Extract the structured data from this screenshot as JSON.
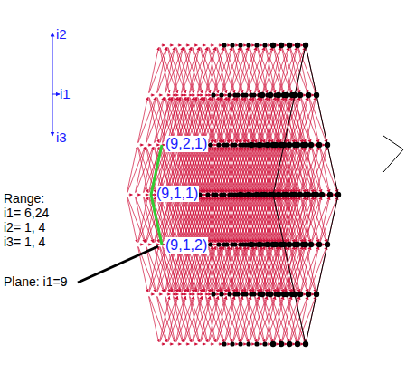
{
  "diagram": {
    "labels": [
      "i2",
      "i1",
      "i3",
      "Range:",
      "i1= 6,24",
      "i2= 1, 4",
      "i3= 1, 4",
      "Plane: i1=9",
      "(9,2,1)",
      "(9,1,1)",
      "(9,1,2)"
    ]
  }
}
